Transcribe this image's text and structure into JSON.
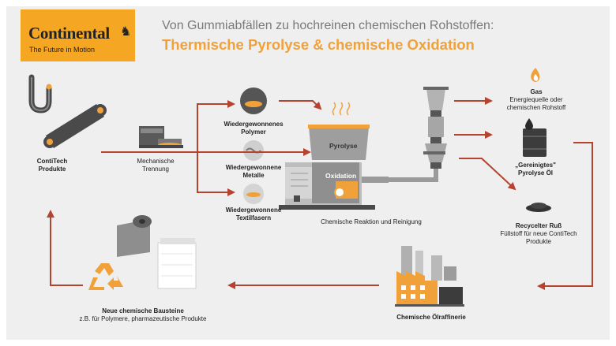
{
  "brand": {
    "name": "Continental",
    "tagline": "The Future in Motion"
  },
  "header": {
    "subtitle": "Von Gummiabfällen zu hochreinen chemischen Rohstoffen:",
    "title": "Thermische Pyrolyse & chemische Oxidation"
  },
  "nodes": {
    "contitech": "ContiTech\nProdukte",
    "trennung": "Mechanische\nTrennung",
    "polymer": "Wiedergewonnenes\nPolymer",
    "metalle": "Wiedergewonnene\nMetalle",
    "textil": "Wiedergewonnene\nTextilfasern",
    "reaktor": "Chemische Reaktion und Reinigung",
    "pyrolyse": "Pyrolyse",
    "oxidation": "Oxidation",
    "gas_title": "Gas",
    "gas_desc": "Energiequelle oder\nchemischen Rohstoff",
    "oel": "„Gereinigtes\"\nPyrolyse Öl",
    "russ_title": "Recycelter Ruß",
    "russ_desc": "Füllstoff für neue ContiTech\nProdukte",
    "raffinerie": "Chemische Ölraffinerie",
    "bausteine_title": "Neue chemische Bausteine",
    "bausteine_desc": "z.B. für Polymere, pharmazeutische Produkte"
  },
  "colors": {
    "accent": "#f0a13a",
    "arrow": "#b5432f",
    "dark": "#4a4a4a",
    "panel": "#efefef"
  },
  "icons": [
    "hose-icon",
    "conveyor-icon",
    "shredder-icon",
    "polymer-pellets-icon",
    "metal-icon",
    "textile-fiber-icon",
    "reactor-icon",
    "flame-icon",
    "oil-barrel-icon",
    "carbon-black-icon",
    "refinery-icon",
    "recycle-icon",
    "foil-roll-icon"
  ]
}
